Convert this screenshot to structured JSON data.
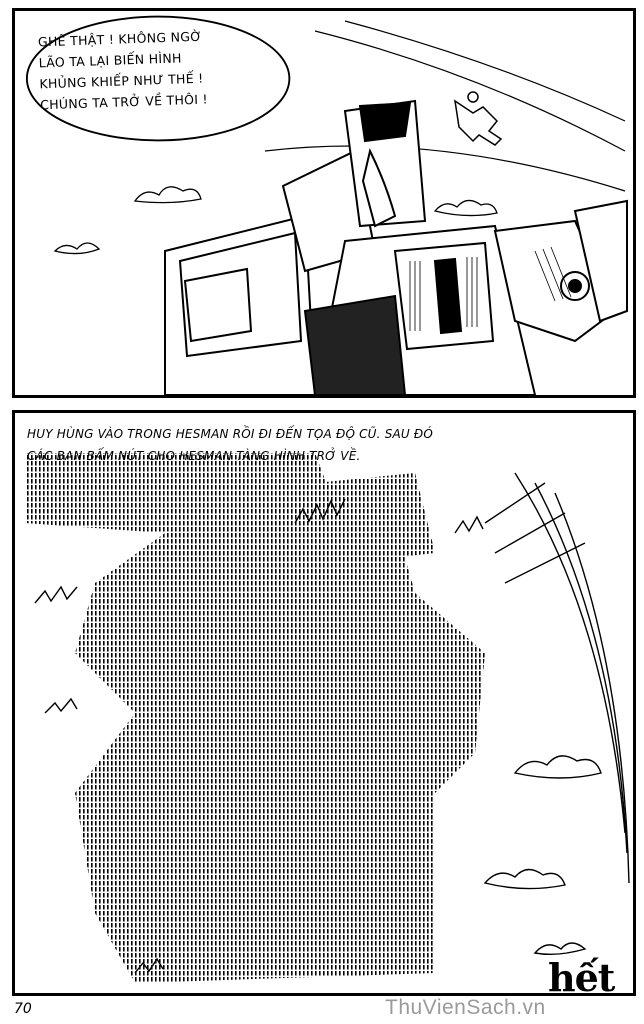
{
  "panels": {
    "top": {
      "speech_lines": [
        "GHÊ THẬT ! KHÔNG NGỜ",
        "LÃO TA LẠI BIẾN HÌNH",
        "KHỦNG KHIẾP NHƯ THẾ !",
        "CHÚNG TA TRỞ VỀ THÔI !"
      ]
    },
    "bottom": {
      "caption_lines": [
        "HUY HÙNG VÀO TRONG HESMAN RỒI ĐI ĐẾN TỌA ĐỘ CŨ. SAU ĐÓ",
        "CÁC BẠN BẤM NÚT CHO HESMAN TÀNG HÌNH TRỞ VỀ."
      ]
    }
  },
  "page_number": "70",
  "end_mark": "hết",
  "watermark": "ThuVienSach.vn"
}
